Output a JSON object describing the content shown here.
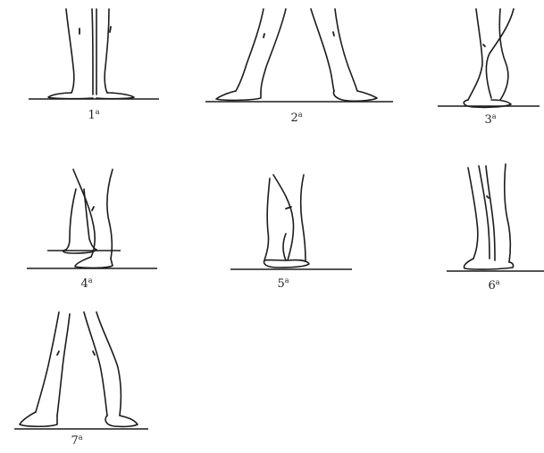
{
  "positions": [
    {
      "number": "1",
      "suffix": "a"
    },
    {
      "number": "2",
      "suffix": "a"
    },
    {
      "number": "3",
      "suffix": "a"
    },
    {
      "number": "4",
      "suffix": "a"
    },
    {
      "number": "5",
      "suffix": "a"
    },
    {
      "number": "6",
      "suffix": "a"
    },
    {
      "number": "7",
      "suffix": "a"
    }
  ]
}
